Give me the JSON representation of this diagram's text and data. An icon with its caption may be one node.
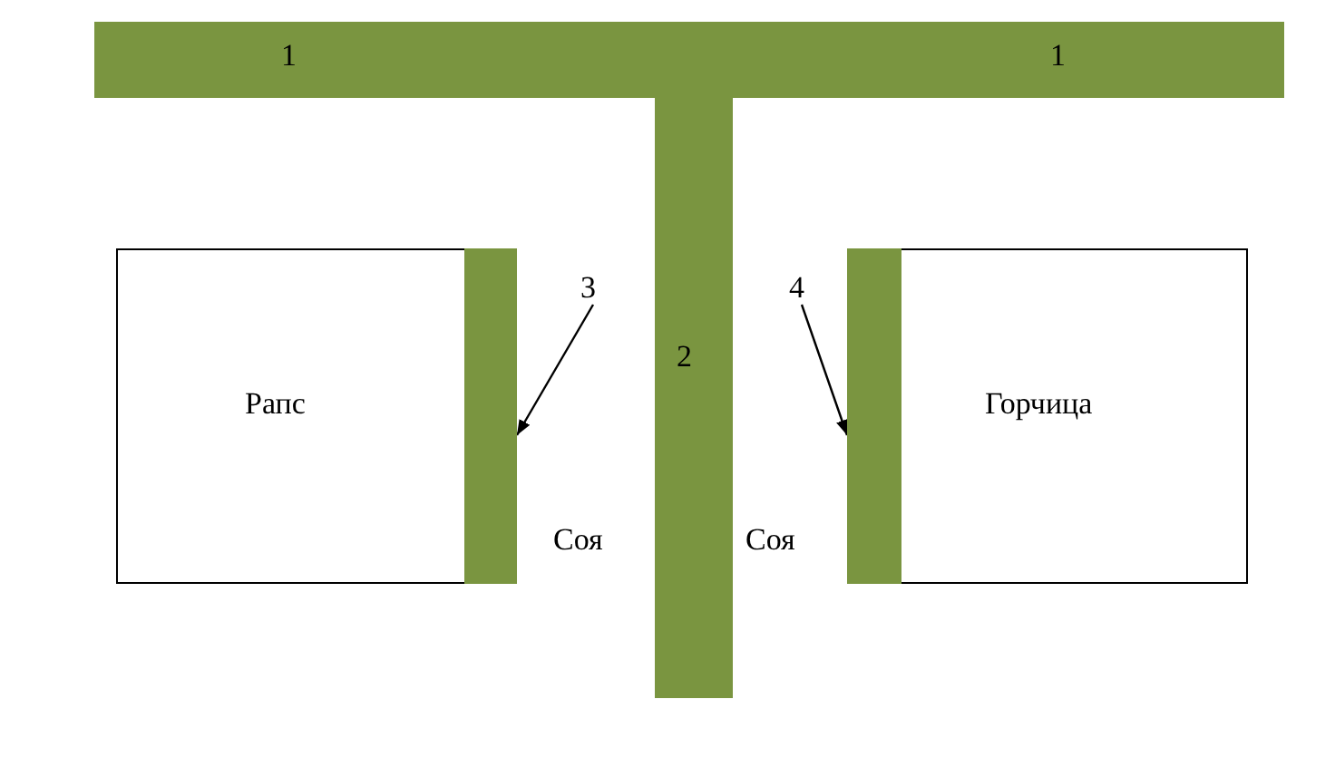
{
  "diagram": {
    "nodes": [
      {
        "text": [
          "1",
          "1"
        ]
      },
      {
        "text": [
          "2"
        ]
      },
      {
        "text": [
          "Рапс"
        ]
      },
      {
        "text": [],
        "shape": "bar",
        "in": 2
      },
      {
        "text": [
          "Горчица"
        ]
      },
      {
        "text": [],
        "shape": "bar",
        "in": 4
      },
      {
        "text": [
          "3"
        ]
      },
      {
        "text": [
          "4"
        ]
      }
    ],
    "edges": [
      {
        "from": 6,
        "to": 3,
        "arrow": "to"
      },
      {
        "from": 7,
        "to": 5,
        "arrow": "to"
      }
    ],
    "labels": [
      "Соя",
      "Соя"
    ]
  }
}
